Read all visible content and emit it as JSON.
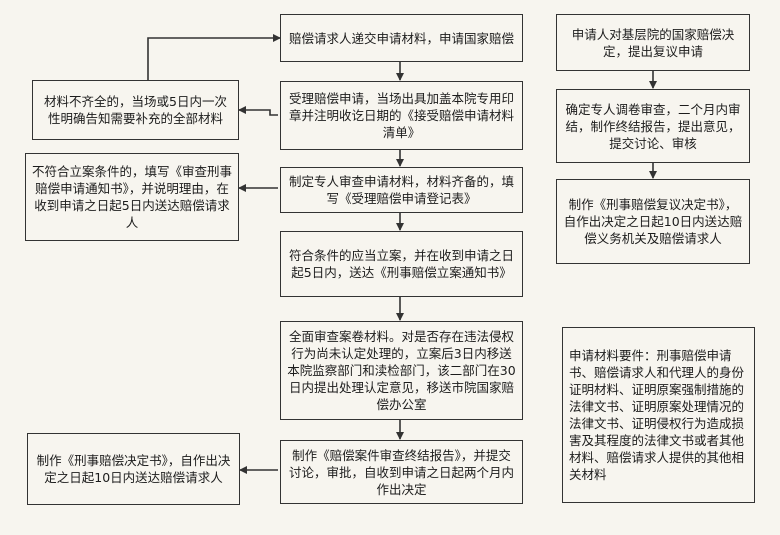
{
  "main_flow": {
    "step1": "赔偿请求人递交申请材料，申请国家赔偿",
    "step2": "受理赔偿申请，当场出具加盖本院专用印章并注明收讫日期的《接受赔偿申请材料清单》",
    "step3": "制定专人审查申请材料，材料齐备的，填写《受理赔偿申请登记表》",
    "step4": "符合条件的应当立案，并在收到申请之日起5日内，送达《刑事赔偿立案通知书》",
    "step5": "全面审查案卷材料。对是否存在违法侵权行为尚未认定处理的，立案后3日内移送本院监察部门和渎检部门，该二部门在30日内提出处理认定意见，移送市院国家赔偿办公室",
    "step6": "制作《赔偿案件审查终结报告》，并提交讨论，审批，自收到申请之日起两个月内作出决定"
  },
  "left_branches": {
    "incomplete": "材料不齐全的，当场或5日内一次性明确告知需要补充的全部材料",
    "not_qualified": "不符合立案条件的，填写《审查刑事赔偿申请通知书》，并说明理由，在收到申请之日起5日内送达赔偿请求人",
    "decision": "制作《刑事赔偿决定书》，自作出决定之日起10日内送达赔偿请求人"
  },
  "review_flow": {
    "step1": "申请人对基层院的国家赔偿决定，提出复议申请",
    "step2": "确定专人调卷审查，二个月内审结，制作终结报告，提出意见，提交讨论、审核",
    "step3": "制作《刑事赔偿复议决定书》，自作出决定之日起10日内送达赔偿义务机关及赔偿请求人"
  },
  "note": {
    "requirements": "申请材料要件：刑事赔偿申请书、赔偿请求人和代理人的身份证明材料、证明原案强制措施的法律文书、证明原案处理情况的法律文书、证明侵权行为造成损害及其程度的法律文书或者其他材料、赔偿请求人提供的其他相关材料"
  }
}
